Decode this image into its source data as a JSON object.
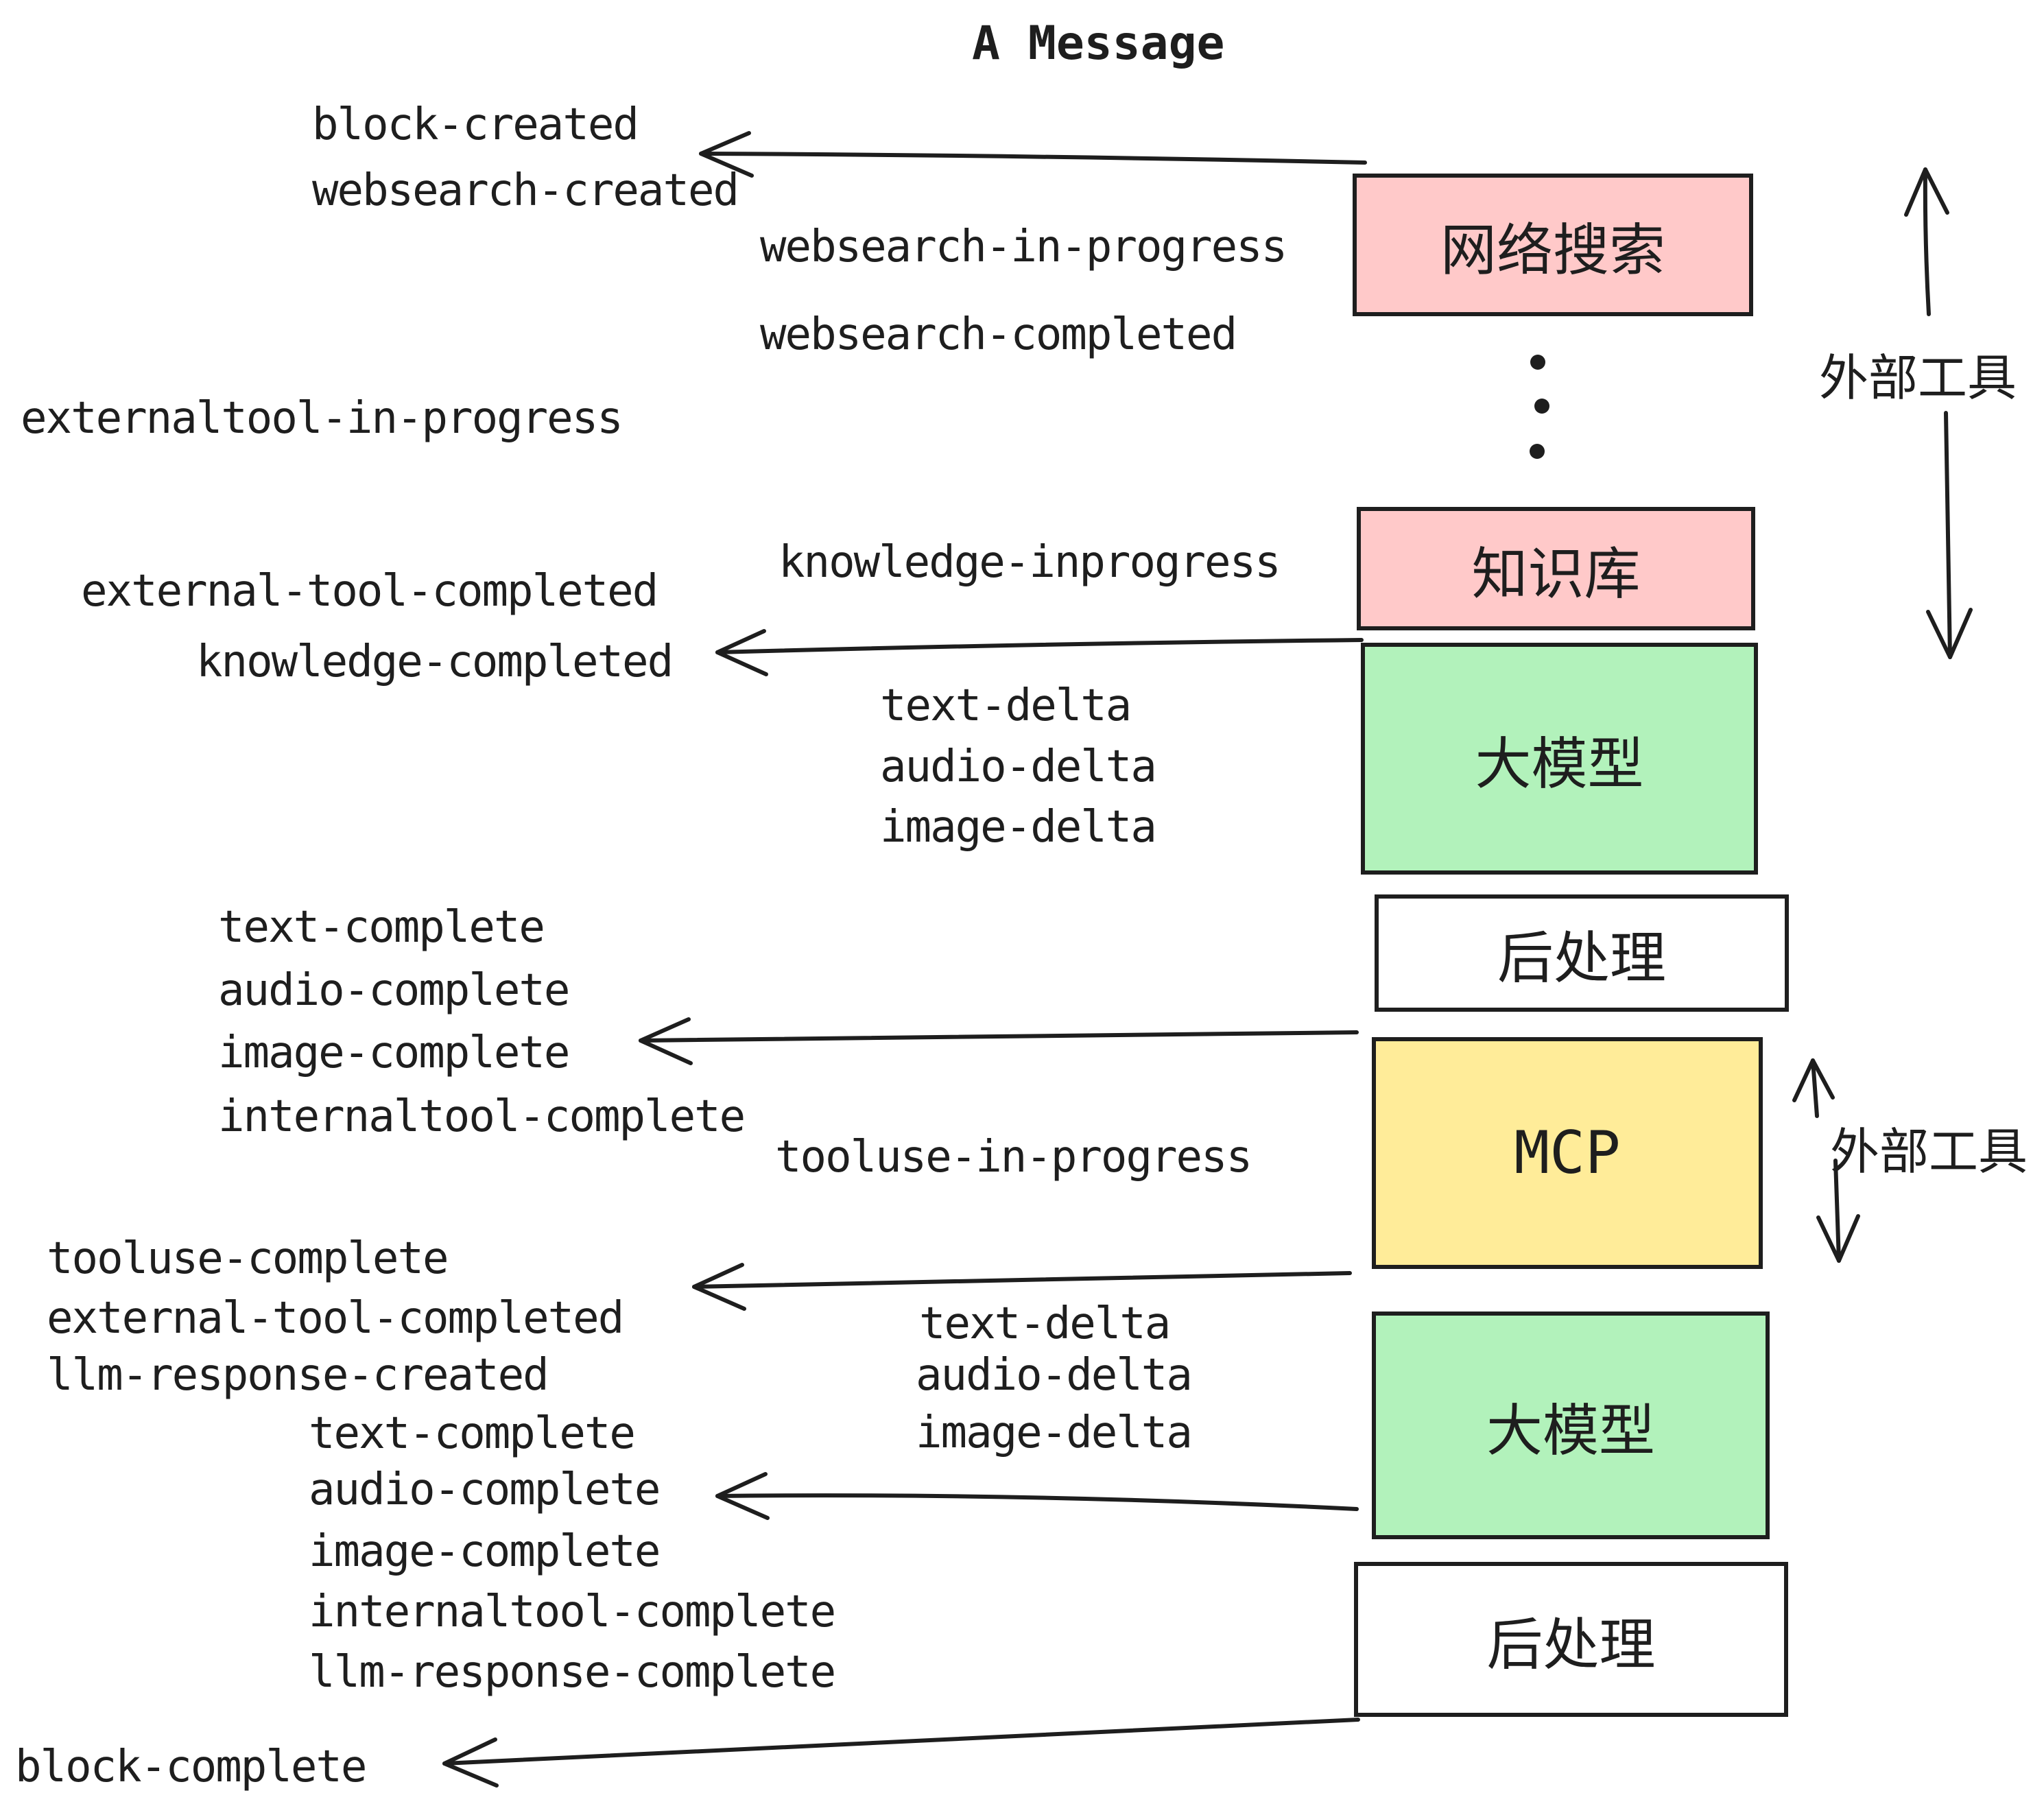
{
  "title": "A Message",
  "colors": {
    "stroke": "#1e1e1e",
    "text": "#1e1e1e",
    "pink": "#ffc9c9",
    "green": "#b2f2bb",
    "yellow": "#ffec99",
    "white": "#ffffff",
    "background": "#ffffff"
  },
  "boxes": {
    "websearch": {
      "label": "网络搜索",
      "fill": "#ffc9c9"
    },
    "knowledge": {
      "label": "知识库",
      "fill": "#ffc9c9"
    },
    "llm_top": {
      "label": "大模型",
      "fill": "#b2f2bb"
    },
    "post_top": {
      "label": "后处理",
      "fill": "#ffffff"
    },
    "mcp": {
      "label": "MCP",
      "fill": "#ffec99"
    },
    "llm_bottom": {
      "label": "大模型",
      "fill": "#b2f2bb"
    },
    "post_bottom": {
      "label": "后处理",
      "fill": "#ffffff"
    }
  },
  "side_labels": {
    "external_tools_upper": "外部工具",
    "external_tools_lower": "外部工具"
  },
  "events": [
    {
      "text": "block-created"
    },
    {
      "text": "websearch-created"
    },
    {
      "text": "websearch-in-progress"
    },
    {
      "text": "websearch-completed"
    },
    {
      "text": "externaltool-in-progress"
    },
    {
      "text": "knowledge-inprogress"
    },
    {
      "text": "external-tool-completed"
    },
    {
      "text": "knowledge-completed"
    },
    {
      "text": "text-delta"
    },
    {
      "text": "audio-delta"
    },
    {
      "text": "image-delta"
    },
    {
      "text": "text-complete"
    },
    {
      "text": "audio-complete"
    },
    {
      "text": "image-complete"
    },
    {
      "text": "internaltool-complete"
    },
    {
      "text": "tooluse-in-progress"
    },
    {
      "text": "tooluse-complete"
    },
    {
      "text": "external-tool-completed"
    },
    {
      "text": "llm-response-created"
    },
    {
      "text": "text-delta"
    },
    {
      "text": "audio-delta"
    },
    {
      "text": "image-delta"
    },
    {
      "text": "text-complete"
    },
    {
      "text": "audio-complete"
    },
    {
      "text": "image-complete"
    },
    {
      "text": "internaltool-complete"
    },
    {
      "text": "llm-response-complete"
    },
    {
      "text": "block-complete"
    }
  ]
}
